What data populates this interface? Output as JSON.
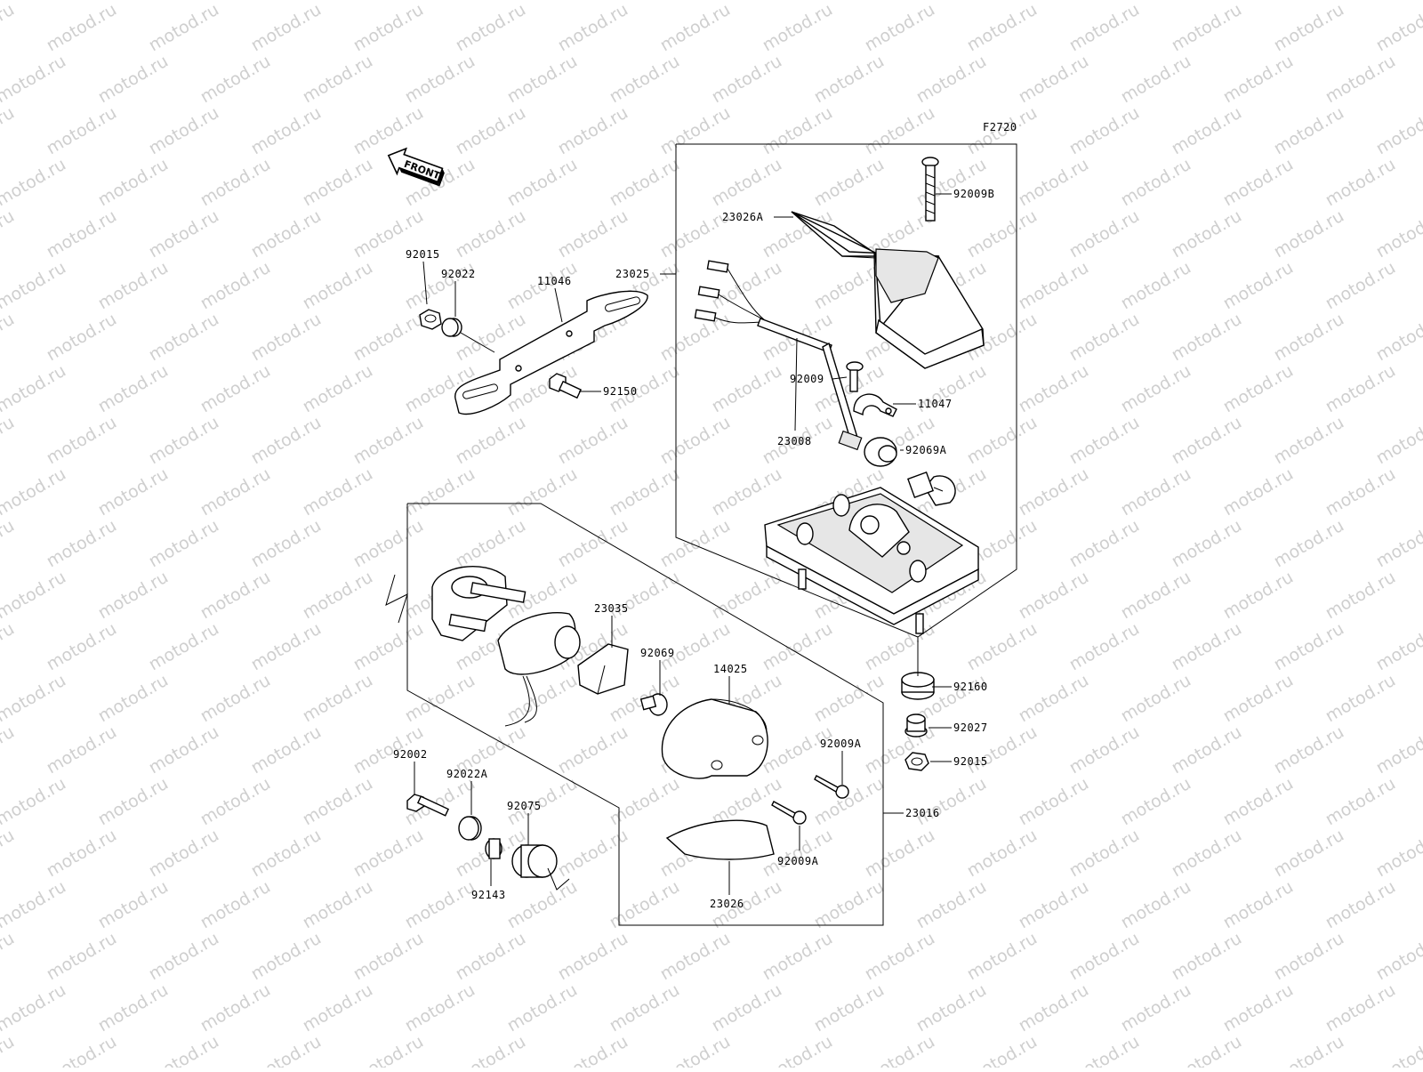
{
  "diagram": {
    "figure_code": "F2720",
    "front_label": "FRONT",
    "watermark": "motod.ru",
    "parts": {
      "p92009B": "92009B",
      "p23026A": "23026A",
      "p23025": "23025",
      "p92009": "92009",
      "p11047": "11047",
      "p23008": "23008",
      "p92069A": "92069A",
      "p92015_top": "92015",
      "p92022": "92022",
      "p11046": "11046",
      "p92150": "92150",
      "p23035": "23035",
      "p92069": "92069",
      "p14025": "14025",
      "p92160": "92160",
      "p92027": "92027",
      "p92015_bottom": "92015",
      "p92009A_upper": "92009A",
      "p92002": "92002",
      "p92022A": "92022A",
      "p92075": "92075",
      "p92143": "92143",
      "p23016": "23016",
      "p92009A_lower": "92009A",
      "p23026": "23026"
    }
  }
}
